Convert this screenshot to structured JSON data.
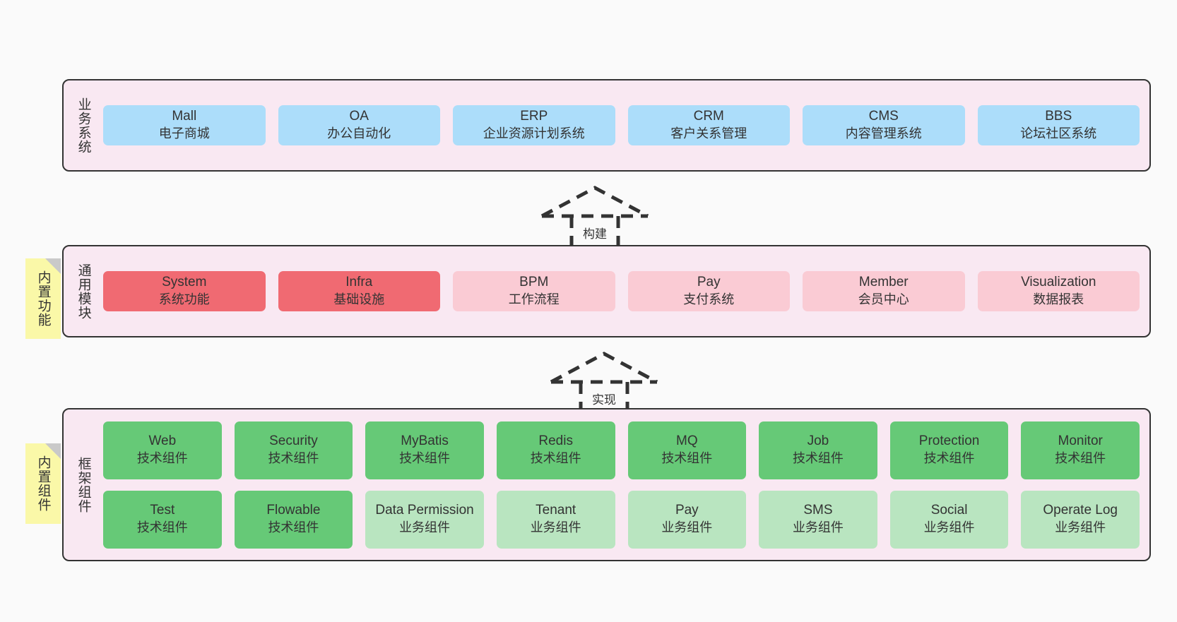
{
  "diagram": {
    "layers": [
      {
        "id": "business-system",
        "title": "业务系统",
        "rows": [
          {
            "cells": [
              {
                "name": "Mall",
                "sub": "电子商城",
                "style": "blue"
              },
              {
                "name": "OA",
                "sub": "办公自动化",
                "style": "blue"
              },
              {
                "name": "ERP",
                "sub": "企业资源计划系统",
                "style": "blue"
              },
              {
                "name": "CRM",
                "sub": "客户关系管理",
                "style": "blue"
              },
              {
                "name": "CMS",
                "sub": "内容管理系统",
                "style": "blue"
              },
              {
                "name": "BBS",
                "sub": "论坛社区系统",
                "style": "blue"
              }
            ]
          }
        ]
      },
      {
        "id": "common-module",
        "title": "通用模块",
        "note": "内置功能",
        "rows": [
          {
            "cells": [
              {
                "name": "System",
                "sub": "系统功能",
                "style": "red"
              },
              {
                "name": "Infra",
                "sub": "基础设施",
                "style": "red"
              },
              {
                "name": "BPM",
                "sub": "工作流程",
                "style": "pink"
              },
              {
                "name": "Pay",
                "sub": "支付系统",
                "style": "pink"
              },
              {
                "name": "Member",
                "sub": "会员中心",
                "style": "pink"
              },
              {
                "name": "Visualization",
                "sub": "数据报表",
                "style": "pink"
              }
            ]
          }
        ]
      },
      {
        "id": "framework-component",
        "title": "框架组件",
        "note": "内置组件",
        "rows": [
          {
            "cells": [
              {
                "name": "Web",
                "sub": "技术组件",
                "style": "green-dark"
              },
              {
                "name": "Security",
                "sub": "技术组件",
                "style": "green-dark"
              },
              {
                "name": "MyBatis",
                "sub": "技术组件",
                "style": "green-dark"
              },
              {
                "name": "Redis",
                "sub": "技术组件",
                "style": "green-dark"
              },
              {
                "name": "MQ",
                "sub": "技术组件",
                "style": "green-dark"
              },
              {
                "name": "Job",
                "sub": "技术组件",
                "style": "green-dark"
              },
              {
                "name": "Protection",
                "sub": "技术组件",
                "style": "green-dark"
              },
              {
                "name": "Monitor",
                "sub": "技术组件",
                "style": "green-dark"
              }
            ]
          },
          {
            "cells": [
              {
                "name": "Test",
                "sub": "技术组件",
                "style": "green-dark"
              },
              {
                "name": "Flowable",
                "sub": "技术组件",
                "style": "green-dark"
              },
              {
                "name": "Data Permission",
                "sub": "业务组件",
                "style": "green-light"
              },
              {
                "name": "Tenant",
                "sub": "业务组件",
                "style": "green-light"
              },
              {
                "name": "Pay",
                "sub": "业务组件",
                "style": "green-light"
              },
              {
                "name": "SMS",
                "sub": "业务组件",
                "style": "green-light"
              },
              {
                "name": "Social",
                "sub": "业务组件",
                "style": "green-light"
              },
              {
                "name": "Operate Log",
                "sub": "业务组件",
                "style": "green-light"
              }
            ]
          }
        ]
      }
    ],
    "connectors": [
      {
        "id": "build",
        "label": "构建"
      },
      {
        "id": "implement",
        "label": "实现"
      }
    ],
    "colors": {
      "background": "#fafafa",
      "layer_fill": "#F9E8F2",
      "layer_border": "#333333",
      "note_fill": "#FAF8A8",
      "note_fold": "#C9C9C9",
      "blue": "#ACDDFA",
      "red": "#F06A72",
      "pink": "#FACBD4",
      "green_dark": "#66C977",
      "green_light": "#B9E5C0",
      "text": "#333333"
    }
  }
}
